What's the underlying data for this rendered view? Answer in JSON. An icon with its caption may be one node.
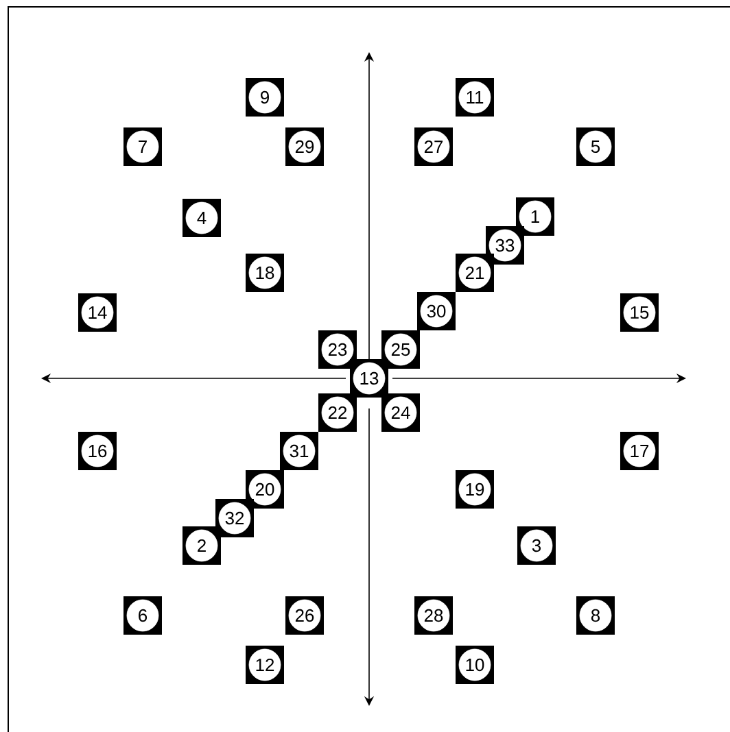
{
  "diagram": {
    "nodes": [
      {
        "text": [
          "9"
        ]
      },
      {
        "text": [
          "11"
        ]
      },
      {
        "text": [
          "7"
        ]
      },
      {
        "text": [
          "29"
        ]
      },
      {
        "text": [
          "27"
        ]
      },
      {
        "text": [
          "5"
        ]
      },
      {
        "text": [
          "4"
        ]
      },
      {
        "text": [
          "1"
        ]
      },
      {
        "text": [
          "33"
        ]
      },
      {
        "text": [
          "18"
        ]
      },
      {
        "text": [
          "21"
        ]
      },
      {
        "text": [
          "14"
        ]
      },
      {
        "text": [
          "30"
        ]
      },
      {
        "text": [
          "15"
        ]
      },
      {
        "text": [
          "23"
        ]
      },
      {
        "text": [
          "25"
        ]
      },
      {
        "text": [
          "13"
        ]
      },
      {
        "text": [
          "22"
        ]
      },
      {
        "text": [
          "24"
        ]
      },
      {
        "text": [
          "16"
        ]
      },
      {
        "text": [
          "31"
        ]
      },
      {
        "text": [
          "17"
        ]
      },
      {
        "text": [
          "20"
        ]
      },
      {
        "text": [
          "19"
        ]
      },
      {
        "text": [
          "32"
        ]
      },
      {
        "text": [
          "2"
        ]
      },
      {
        "text": [
          "3"
        ]
      },
      {
        "text": [
          "6"
        ]
      },
      {
        "text": [
          "26"
        ]
      },
      {
        "text": [
          "28"
        ]
      },
      {
        "text": [
          "8"
        ]
      },
      {
        "text": [
          "12"
        ]
      },
      {
        "text": [
          "10"
        ]
      }
    ]
  }
}
